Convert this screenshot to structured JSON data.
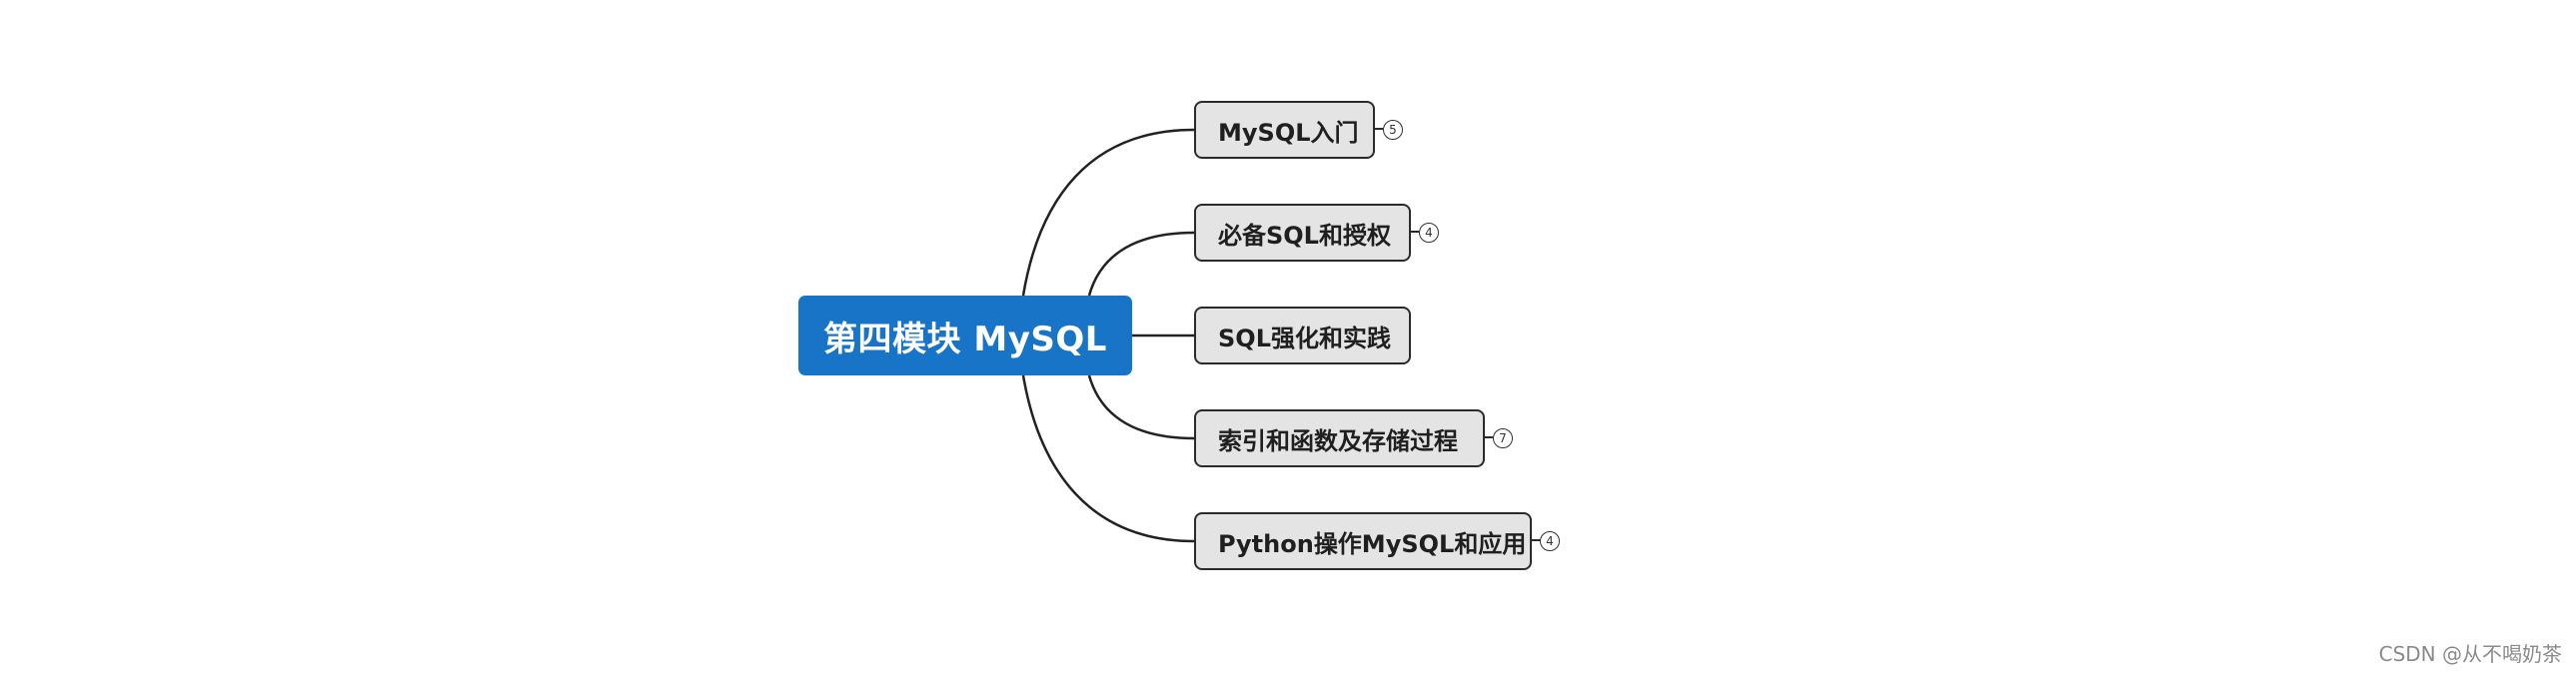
{
  "mindmap": {
    "root": {
      "label": "第四模块 MySQL",
      "color": "#1874c6"
    },
    "topics": [
      {
        "label": "MySQL入门",
        "badge": "5"
      },
      {
        "label": "必备SQL和授权",
        "badge": "4"
      },
      {
        "label": "SQL强化和实践",
        "badge": ""
      },
      {
        "label": "索引和函数及存储过程",
        "badge": "7"
      },
      {
        "label": "Python操作MySQL和应用",
        "badge": "4"
      }
    ]
  },
  "watermark": "CSDN @从不喝奶茶"
}
